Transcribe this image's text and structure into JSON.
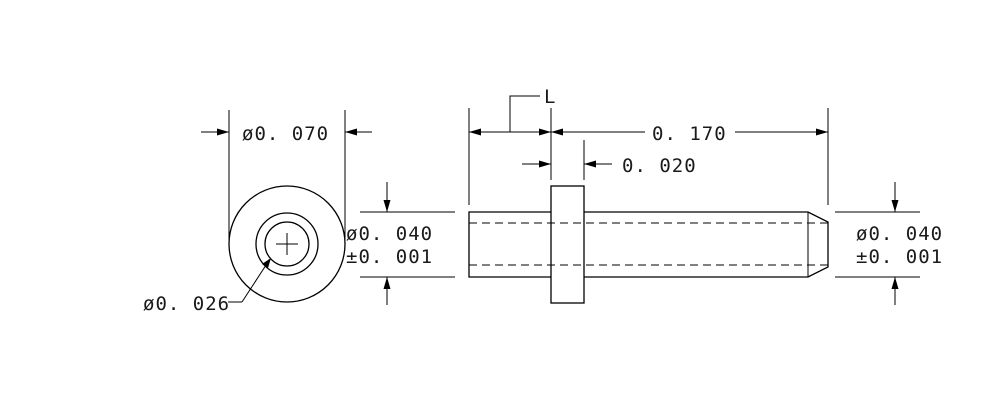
{
  "drawing": {
    "end_view": {
      "outer_diameter": "ø0. 070",
      "inner_diameter": "ø0. 026",
      "body_diameter": "ø0. 040",
      "body_tolerance": "±0. 001"
    },
    "side_view": {
      "datum_label": "L",
      "overall_length": "0. 170",
      "flange_width": "0. 020",
      "tip_diameter": "ø0. 040",
      "tip_tolerance": "±0. 001"
    }
  }
}
